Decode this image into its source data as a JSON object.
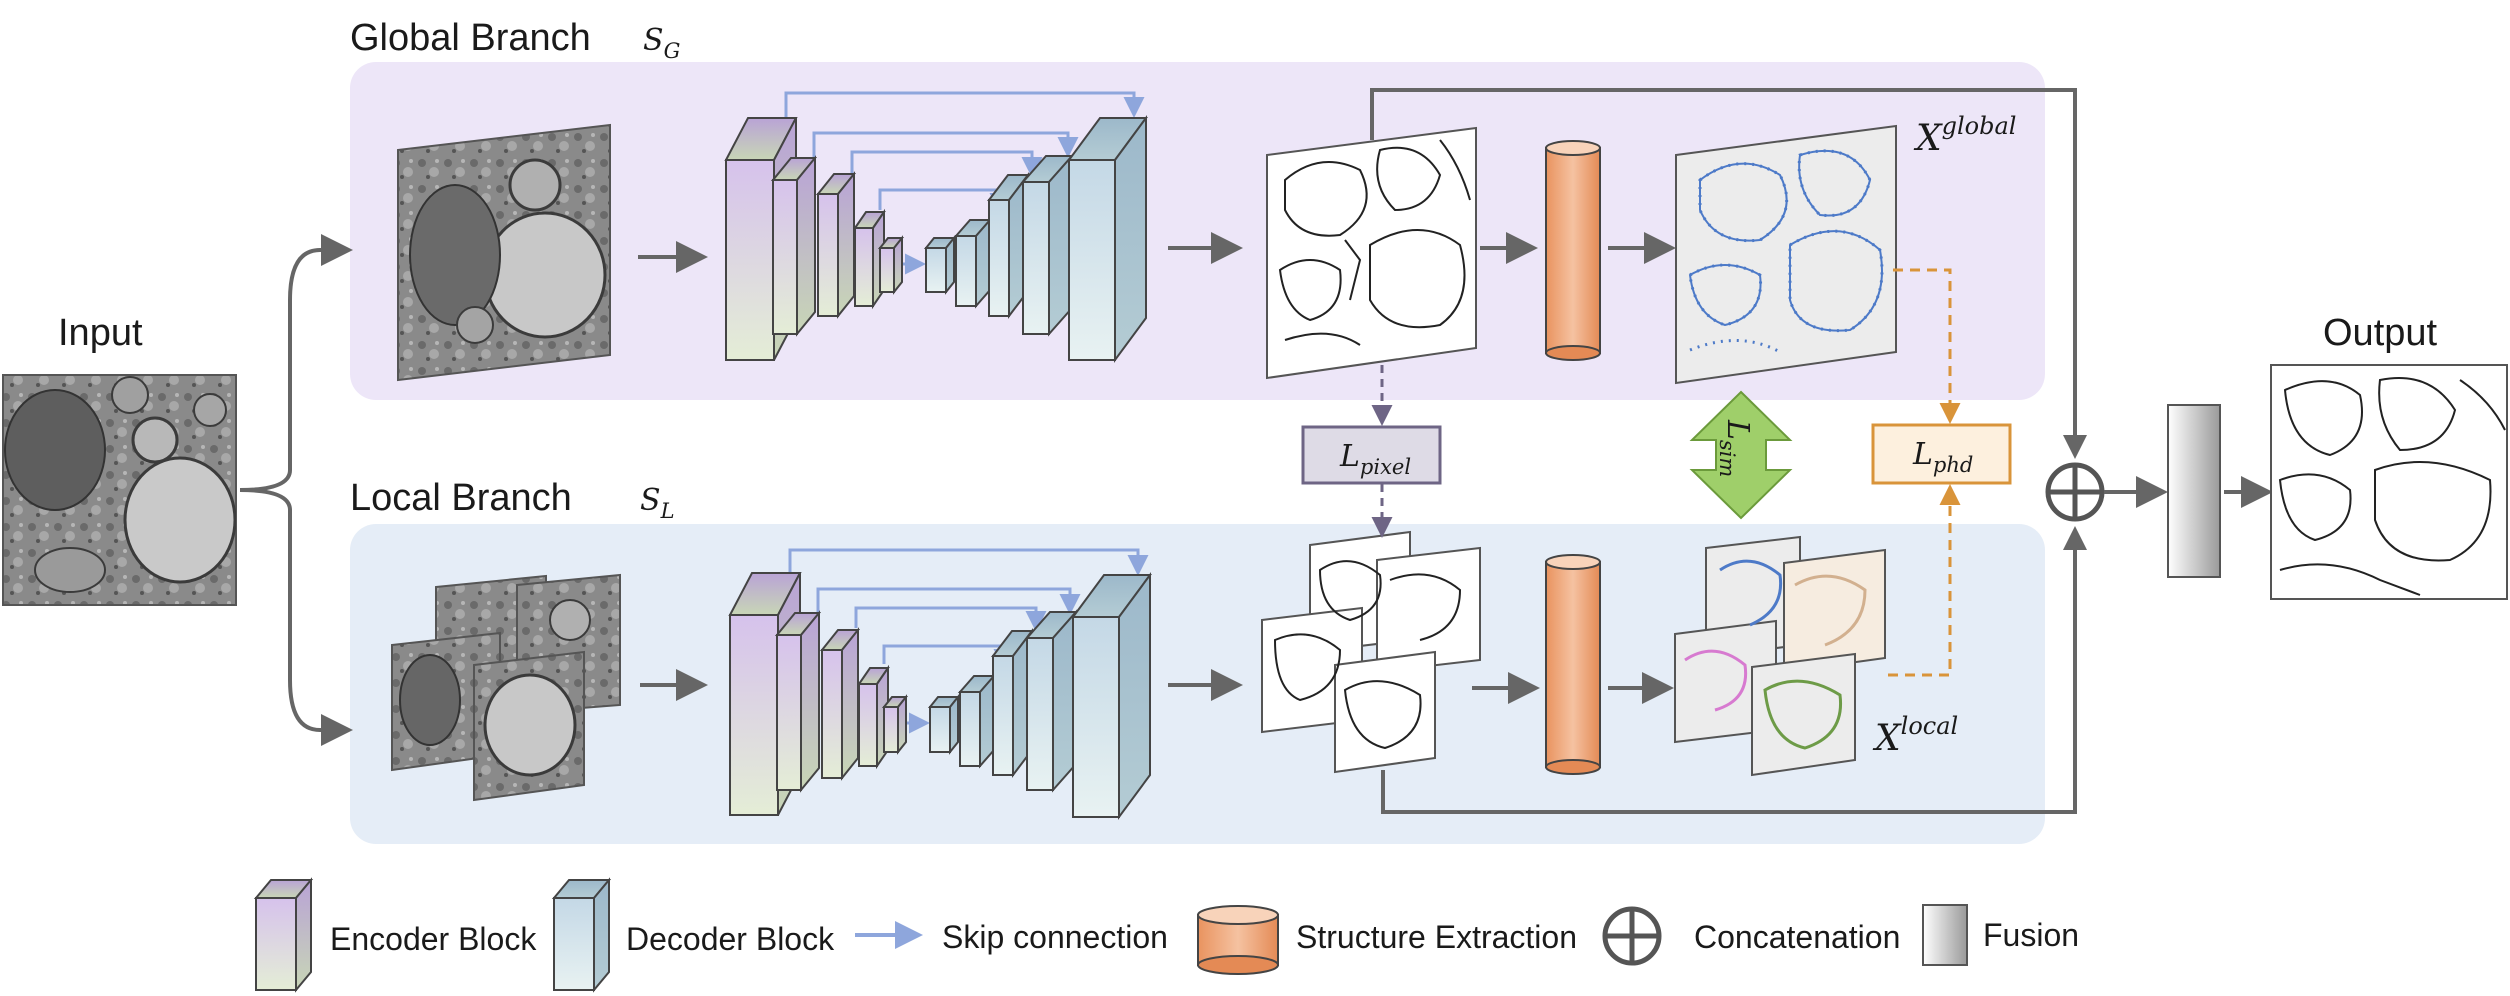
{
  "labels": {
    "input": "Input",
    "output": "Output",
    "global_branch": "Global Branch",
    "global_symbol": "S",
    "global_symbol_sub": "G",
    "local_branch": "Local Branch",
    "local_symbol": "S",
    "local_symbol_sub": "L",
    "x_global": "X",
    "x_global_sup": "global",
    "x_local": "X",
    "x_local_sup": "local"
  },
  "losses": {
    "pixel": {
      "symbol": "L",
      "sub": "pixel"
    },
    "sim": {
      "symbol": "L",
      "sub": "sim"
    },
    "phd": {
      "symbol": "L",
      "sub": "phd"
    }
  },
  "legend": {
    "encoder": "Encoder Block",
    "decoder": "Decoder Block",
    "skip": "Skip connection",
    "structure": "Structure Extraction",
    "concat": "Concatenation",
    "fusion": "Fusion"
  },
  "colors": {
    "global_panel": "#ede6f8",
    "local_panel": "#e5edf7",
    "encoder": "#d9c6ec",
    "decoder": "#c9dbe6",
    "skip_arrow": "#8ea6dc",
    "structure": "#ec9d6f",
    "pixel_loss_fill": "#dedbe6",
    "pixel_loss_border": "#6e6585",
    "sim_arrow": "#9fcf6a",
    "phd_loss_fill": "#fdf0de",
    "phd_loss_border": "#d9943a",
    "graph_blue": "#4d7ac8",
    "graph_pink": "#d77ad0",
    "graph_green": "#6d9b47",
    "graph_tan": "#d2b08f",
    "arrow_gray": "#666666"
  }
}
